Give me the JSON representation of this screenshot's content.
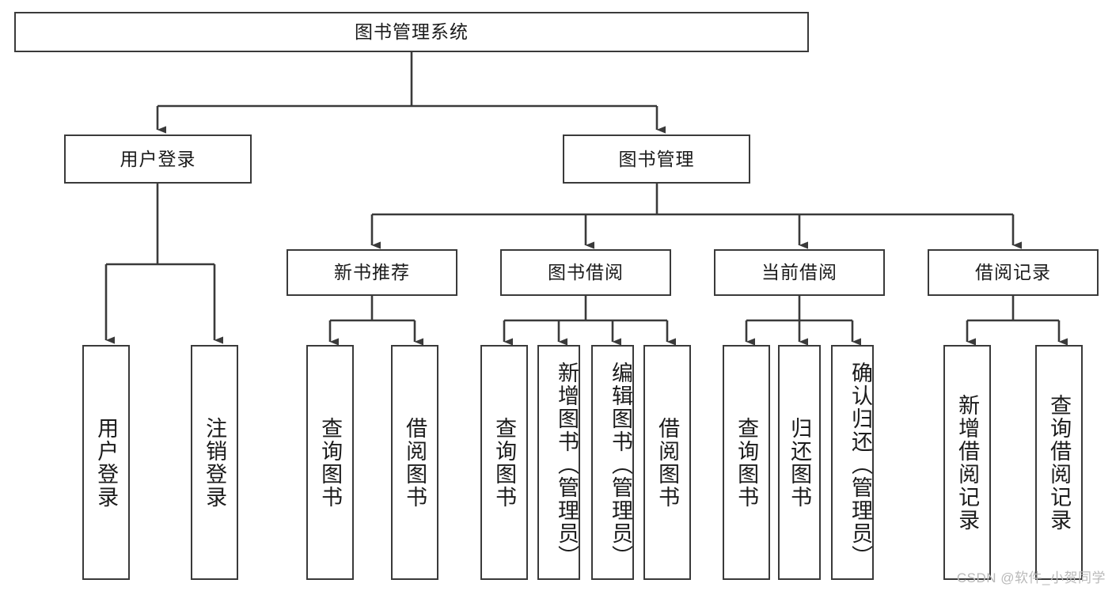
{
  "diagram": {
    "title": "图书管理系统",
    "type": "hierarchy-tree",
    "root": {
      "label": "图书管理系统"
    },
    "level2": [
      {
        "label": "用户登录"
      },
      {
        "label": "图书管理"
      }
    ],
    "level3": [
      {
        "label": "新书推荐"
      },
      {
        "label": "图书借阅"
      },
      {
        "label": "当前借阅"
      },
      {
        "label": "借阅记录"
      }
    ],
    "leaves": {
      "user_login": [
        {
          "label": "用户登录"
        },
        {
          "label": "注销登录"
        }
      ],
      "new_book_recommend": [
        {
          "label": "查询图书"
        },
        {
          "label": "借阅图书"
        }
      ],
      "book_borrow": [
        {
          "label": "查询图书"
        },
        {
          "label": "新增图书（管理员）"
        },
        {
          "label": "编辑图书（管理员）"
        },
        {
          "label": "借阅图书"
        }
      ],
      "current_borrow": [
        {
          "label": "查询图书"
        },
        {
          "label": "归还图书"
        },
        {
          "label": "确认归还（管理员）"
        }
      ],
      "borrow_record": [
        {
          "label": "新增借阅记录"
        },
        {
          "label": "查询借阅记录"
        }
      ]
    }
  },
  "watermark": {
    "text": "CSDN @软件_小贺同学"
  },
  "colors": {
    "stroke": "#3a3a3a",
    "text": "#1b1b1b",
    "background": "#ffffff",
    "watermark": "#b9b9b9"
  }
}
